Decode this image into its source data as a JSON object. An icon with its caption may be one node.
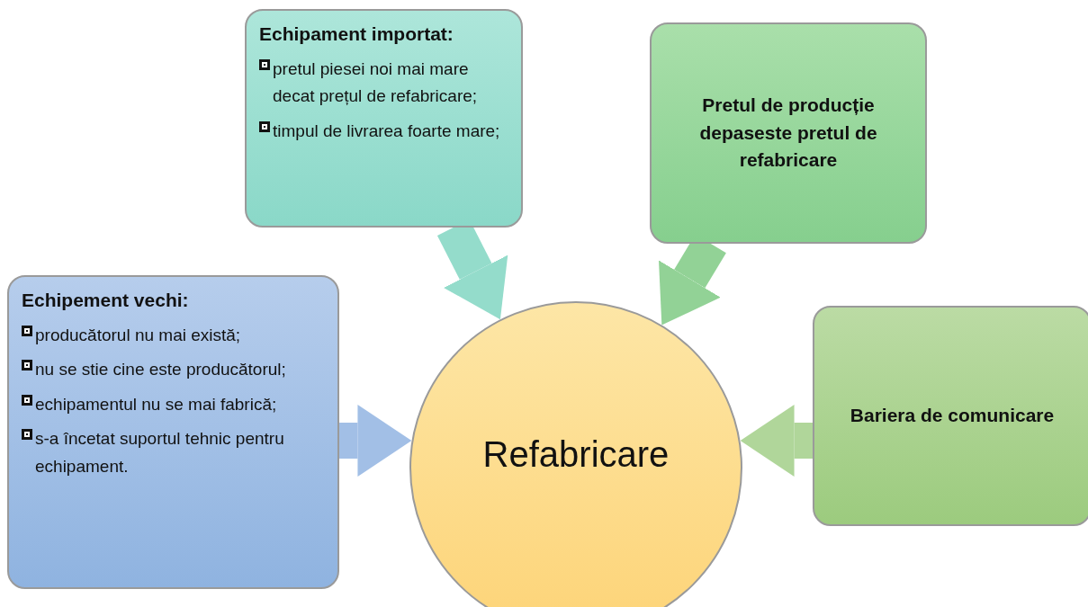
{
  "diagram": {
    "nodes": [
      {
        "text": [
          "Echipament importat:",
          "pretul piesei noi mai mare decat prețul de refabricare;",
          "timpul de livrarea foarte mare;"
        ]
      },
      {
        "text": [
          "Pretul de producție depaseste pretul de refabricare"
        ]
      },
      {
        "text": [
          "Echipement vechi:",
          "producătorul nu mai există;",
          "nu se stie cine este producătorul;",
          "echipamentul nu se mai fabrică;",
          "s-a încetat suportul tehnic pentru echipament."
        ]
      },
      {
        "text": [
          "Bariera de comunicare"
        ]
      },
      {
        "text": [
          "Refabricare"
        ]
      }
    ],
    "edges": [
      {
        "from": 0,
        "to": 4,
        "arrow": "to",
        "color": "#94dccb"
      },
      {
        "from": 1,
        "to": 4,
        "arrow": "to",
        "color": "#92d296"
      },
      {
        "from": 2,
        "to": 4,
        "arrow": "to",
        "color": "#a2bfe6"
      },
      {
        "from": 3,
        "to": 4,
        "arrow": "to",
        "color": "#b0d69a"
      }
    ]
  }
}
